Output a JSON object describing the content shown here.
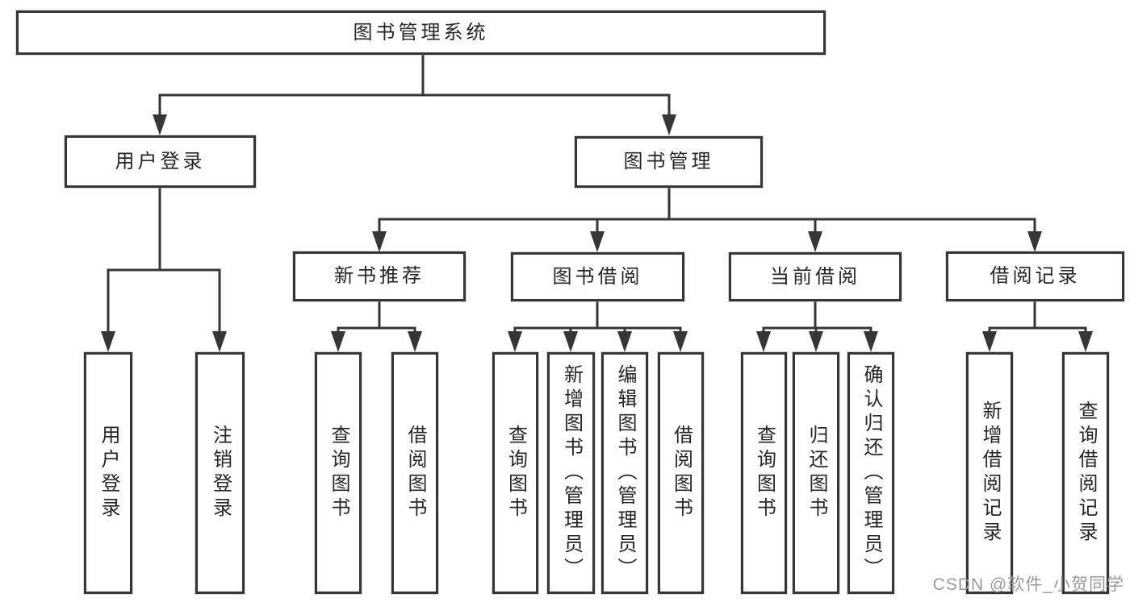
{
  "diagram": {
    "root": {
      "label": "图书管理系统"
    },
    "branches": {
      "user_login": {
        "label": "用户登录",
        "children": [
          "用户登录",
          "注销登录"
        ]
      },
      "book_management": {
        "label": "图书管理",
        "sections": [
          {
            "label": "新书推荐",
            "children": [
              "查询图书",
              "借阅图书"
            ]
          },
          {
            "label": "图书借阅",
            "children": [
              "查询图书",
              "新增图书（管理员）",
              "编辑图书（管理员）",
              "借阅图书"
            ]
          },
          {
            "label": "当前借阅",
            "children": [
              "查询图书",
              "归还图书",
              "确认归还（管理员）"
            ]
          },
          {
            "label": "借阅记录",
            "children": [
              "新增借阅记录",
              "查询借阅记录"
            ]
          }
        ]
      }
    }
  },
  "watermark": {
    "text": "CSDN @软件_小贺同学"
  },
  "colors": {
    "line": "#363636",
    "box_border": "#363636",
    "text": "#262626",
    "background": "#ffffff",
    "watermark": "#9a9a9a"
  }
}
